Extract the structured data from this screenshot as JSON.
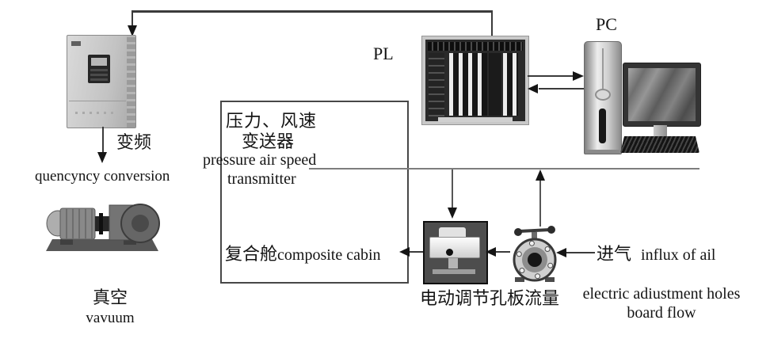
{
  "figure": {
    "plc_label": "PL",
    "pc_label": "PC",
    "frequency_converter": {
      "label_cn": "变频",
      "label_en": "quencyncy conversion"
    },
    "vacuum_pump": {
      "label_cn": "真空",
      "label_en": "vavuum"
    },
    "transmitter_box": {
      "line1_cn": "压力、风速",
      "line2_cn": "变送器",
      "line3_en": "pressure air speed",
      "line4_en": "transmitter"
    },
    "composite_cabin": {
      "label_cn": "复合舱",
      "label_en": "composite cabin"
    },
    "orifice_flow": {
      "label_cn": "电动调节孔板流量",
      "label_en_line1": "electric adiustment holes",
      "label_en_line2": "board flow"
    },
    "air_inlet": {
      "label_cn": "进气",
      "label_en": "influx of ail"
    }
  },
  "colors": {
    "wire_dark": "#3b3b3b",
    "wire_mid": "#565656",
    "wire_gray": "#7d7d7d",
    "arrow": "#151515",
    "text": "#141414",
    "background": "#ffffff"
  }
}
